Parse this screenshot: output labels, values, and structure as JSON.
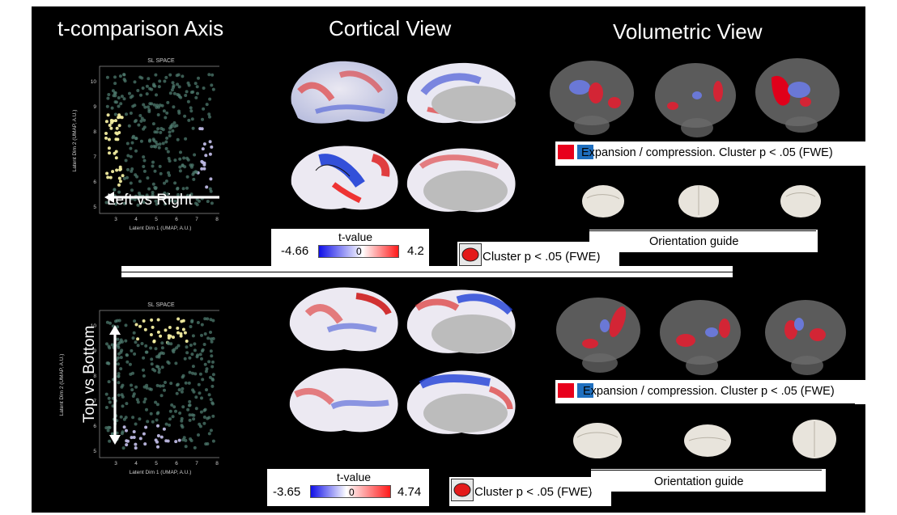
{
  "headers": {
    "axis": "t-comparison Axis",
    "cortical": "Cortical View",
    "volumetric": "Volumetric View"
  },
  "rows": [
    {
      "plot": {
        "title": "SL SPACE",
        "xlabel": "Latent Dim 1 (UMAP, A.U.)",
        "ylabel": "Latent Dim 2 (UMAP, A.U.)",
        "xticks": [
          "3",
          "4",
          "5",
          "6",
          "7",
          "8"
        ],
        "yticks": [
          "5",
          "6",
          "7",
          "8",
          "9",
          "10"
        ],
        "arrow_label": "Left vs Right"
      },
      "colorbar": {
        "label": "t-value",
        "min": "-4.66",
        "mid": "0",
        "max": "4.2"
      },
      "cluster_legend": "Cluster p < .05 (FWE)",
      "vol_legend": "Expansion / compression. Cluster p < .05 (FWE)",
      "guide_label": "Orientation guide"
    },
    {
      "plot": {
        "title": "SL SPACE",
        "xlabel": "Latent Dim 1 (UMAP, A.U.)",
        "ylabel": "Latent Dim 2 (UMAP, A.U.)",
        "xticks": [
          "3",
          "4",
          "5",
          "6",
          "7",
          "8"
        ],
        "yticks": [
          "5",
          "6",
          "7",
          "8",
          "9",
          "10"
        ],
        "arrow_label": "Top vs Bottom"
      },
      "colorbar": {
        "label": "t-value",
        "min": "-3.65",
        "mid": "0",
        "max": "4.74"
      },
      "cluster_legend": "Cluster p < .05 (FWE)",
      "vol_legend": "Expansion / compression. Cluster p < .05 (FWE)",
      "guide_label": "Orientation guide"
    }
  ],
  "colors": {
    "expansion": "#e8001c",
    "compression": "#1f6fbf",
    "group_a": "#f2eda0",
    "group_b": "#bdb8e3",
    "other": "#4e7a6e"
  }
}
